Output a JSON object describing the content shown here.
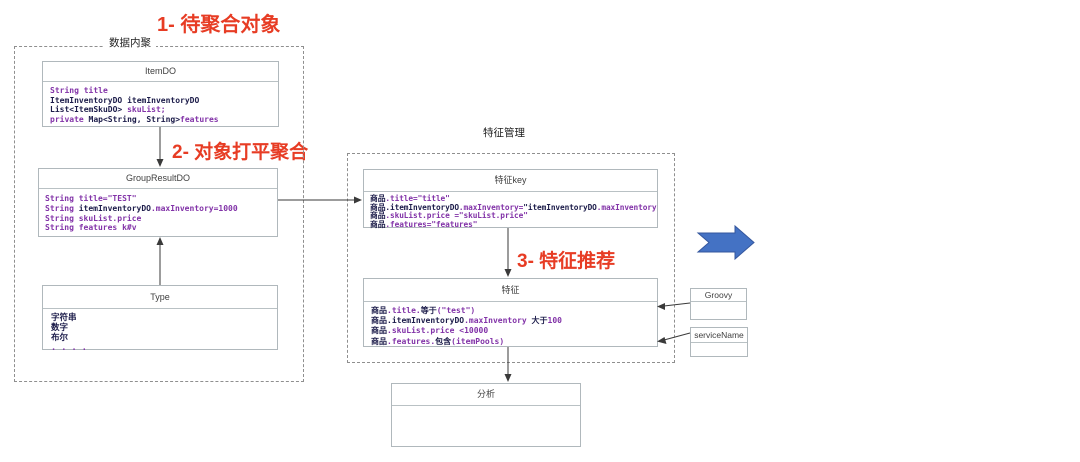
{
  "colors": {
    "red": "#e73c24",
    "purple": "#8233a8",
    "navy": "#1c1c4a",
    "blue": "#4472c4",
    "box_border": "#b0b8bc"
  },
  "annotations": {
    "step1": "1- 待聚合对象",
    "step2": "2- 对象打平聚合",
    "step3": "3- 特征推荐"
  },
  "groups": {
    "left": {
      "label": "数据内聚"
    },
    "right": {
      "label": "特征管理"
    }
  },
  "boxes": {
    "itemdo": {
      "title": "ItemDO",
      "lines": [
        [
          {
            "t": "String title",
            "c": "purple"
          }
        ],
        [
          {
            "t": "ItemInventoryDO itemInventoryDO",
            "c": "navy",
            "b": true
          }
        ],
        [
          {
            "t": "List<ItemSkuDO>",
            "c": "navy",
            "b": true
          },
          {
            "t": " skuList;",
            "c": "purple"
          }
        ],
        [
          {
            "t": "private",
            "c": "purple",
            "b": true
          },
          {
            "t": " Map<String, String>",
            "c": "navy",
            "b": true
          },
          {
            "t": "features",
            "c": "purple"
          }
        ]
      ]
    },
    "groupresult": {
      "title": "GroupResultDO",
      "lines": [
        [
          {
            "t": "String title=\"TEST\"",
            "c": "purple"
          }
        ],
        [
          {
            "t": "String ",
            "c": "purple"
          },
          {
            "t": "itemInventoryDO",
            "c": "navy",
            "b": true
          },
          {
            "t": ".maxInventory=1000",
            "c": "purple"
          }
        ],
        [
          {
            "t": "String skuList.price",
            "c": "purple"
          }
        ],
        [
          {
            "t": "String features k#v",
            "c": "purple"
          }
        ]
      ]
    },
    "type": {
      "title": "Type",
      "lines": [
        [
          {
            "t": "字符串",
            "c": "navy"
          }
        ],
        [
          {
            "t": "数字",
            "c": "navy"
          }
        ],
        [
          {
            "t": "布尔",
            "c": "navy"
          }
        ],
        [
          {
            "t": ". . . .",
            "c": "purple"
          }
        ]
      ]
    },
    "featurekey": {
      "title": "特征key",
      "lines": [
        [
          {
            "t": "商品",
            "c": "navy",
            "b": true
          },
          {
            "t": ".title=\"title\"",
            "c": "purple"
          }
        ],
        [
          {
            "t": "商品.",
            "c": "navy",
            "b": true
          },
          {
            "t": "itemInventoryDO",
            "c": "navy",
            "b": true
          },
          {
            "t": ".maxInventory=",
            "c": "purple"
          },
          {
            "t": "\"itemInventoryDO",
            "c": "navy",
            "b": true
          },
          {
            "t": ".maxInventory\"",
            "c": "purple"
          }
        ],
        [
          {
            "t": "商品",
            "c": "navy",
            "b": true
          },
          {
            "t": ".skuList.price =\"skuList.price\"",
            "c": "purple"
          }
        ],
        [
          {
            "t": "商品",
            "c": "navy",
            "b": true
          },
          {
            "t": ".features=\"features\"",
            "c": "purple"
          }
        ]
      ]
    },
    "feature": {
      "title": "特征",
      "lines": [
        [
          {
            "t": "商品",
            "c": "navy",
            "b": true
          },
          {
            "t": ".title.",
            "c": "purple"
          },
          {
            "t": "等于",
            "c": "navy",
            "b": true
          },
          {
            "t": "(\"test\")",
            "c": "purple"
          }
        ],
        [
          {
            "t": "商品.",
            "c": "navy",
            "b": true
          },
          {
            "t": "itemInventoryDO",
            "c": "navy",
            "b": true
          },
          {
            "t": ".maxInventory ",
            "c": "purple"
          },
          {
            "t": "大于",
            "c": "navy",
            "b": true
          },
          {
            "t": "100",
            "c": "purple"
          }
        ],
        [
          {
            "t": "商品",
            "c": "navy",
            "b": true
          },
          {
            "t": ".skuList.price <10000",
            "c": "purple"
          }
        ],
        [
          {
            "t": "商品",
            "c": "navy",
            "b": true
          },
          {
            "t": ".features.",
            "c": "purple"
          },
          {
            "t": "包含",
            "c": "navy",
            "b": true
          },
          {
            "t": "(itemPools)",
            "c": "purple"
          }
        ]
      ]
    },
    "analysis": {
      "title": "分析",
      "lines": []
    },
    "groovy": {
      "title": "Groovy"
    },
    "servicename": {
      "title": "serviceName"
    }
  }
}
